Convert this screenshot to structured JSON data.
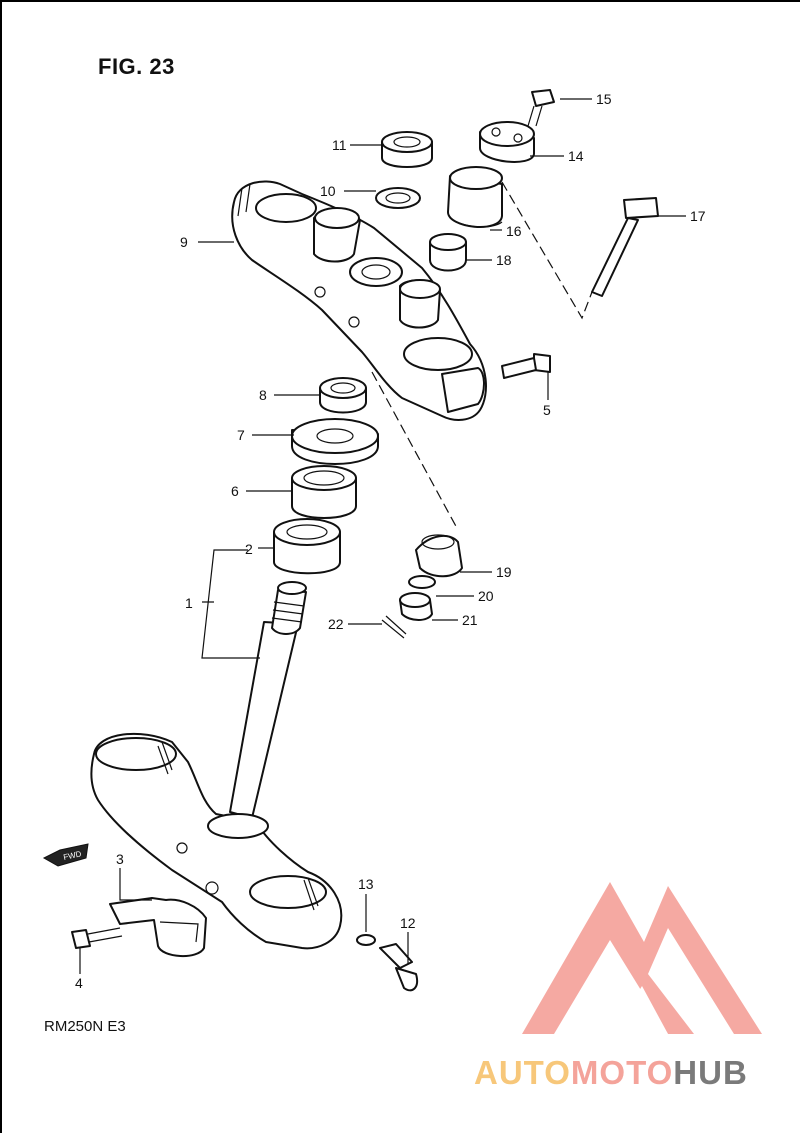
{
  "figure": {
    "title": "FIG. 23",
    "model_code": "RM250N E3"
  },
  "fwd_badge": "FWD",
  "callouts": [
    {
      "id": "1",
      "text": "1"
    },
    {
      "id": "2",
      "text": "2"
    },
    {
      "id": "3",
      "text": "3"
    },
    {
      "id": "4",
      "text": "4"
    },
    {
      "id": "5",
      "text": "5"
    },
    {
      "id": "6",
      "text": "6"
    },
    {
      "id": "7",
      "text": "7"
    },
    {
      "id": "8",
      "text": "8"
    },
    {
      "id": "9",
      "text": "9"
    },
    {
      "id": "10",
      "text": "10"
    },
    {
      "id": "11",
      "text": "11"
    },
    {
      "id": "12",
      "text": "12"
    },
    {
      "id": "13",
      "text": "13"
    },
    {
      "id": "14",
      "text": "14"
    },
    {
      "id": "15",
      "text": "15"
    },
    {
      "id": "16",
      "text": "16"
    },
    {
      "id": "17",
      "text": "17"
    },
    {
      "id": "18",
      "text": "18"
    },
    {
      "id": "19",
      "text": "19"
    },
    {
      "id": "20",
      "text": "20"
    },
    {
      "id": "21",
      "text": "21"
    },
    {
      "id": "22",
      "text": "22"
    }
  ],
  "watermark": {
    "part1": "AUTO",
    "part2": "MOTO",
    "part3": "HUB",
    "colors": {
      "auto": "#f7c77a",
      "moto": "#f4a39a",
      "hub": "#7a7a7a",
      "logo": "#f39a92"
    }
  }
}
